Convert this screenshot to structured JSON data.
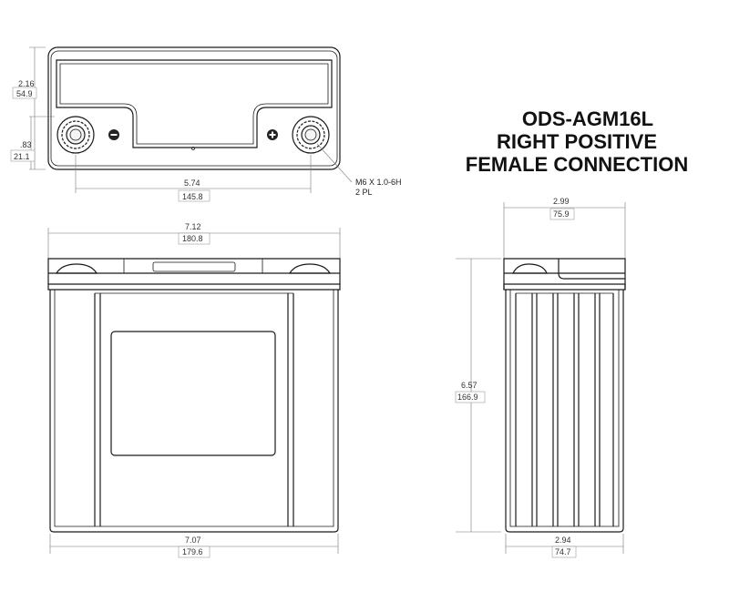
{
  "title": {
    "line1": "ODS-AGM16L",
    "line2": "RIGHT POSITIVE",
    "line3": "FEMALE CONNECTION"
  },
  "top_view": {
    "height_in": "2.16",
    "height_mm": "54.9",
    "terminal_height_in": ".83",
    "terminal_height_mm": "21.1",
    "terminal_spacing_in": "5.74",
    "terminal_spacing_mm": "145.8",
    "thread_note_line1": "M6 X 1.0-6H",
    "thread_note_line2": "2 PL",
    "negative_symbol": "−",
    "positive_symbol": "+"
  },
  "front_view": {
    "top_width_in": "7.12",
    "top_width_mm": "180.8",
    "bottom_width_in": "7.07",
    "bottom_width_mm": "179.6"
  },
  "side_view": {
    "top_width_in": "2.99",
    "top_width_mm": "75.9",
    "height_in": "6.57",
    "height_mm": "166.9",
    "bottom_width_in": "2.94",
    "bottom_width_mm": "74.7"
  }
}
